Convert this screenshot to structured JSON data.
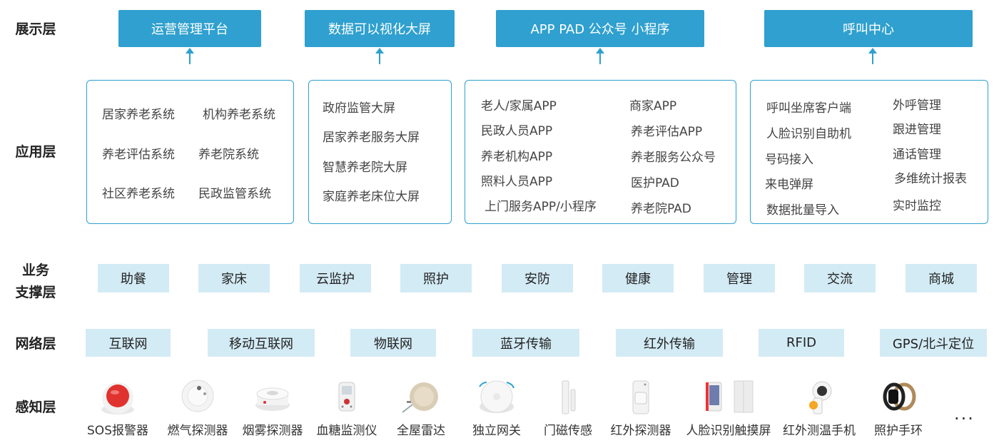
{
  "layers": {
    "display": "展示层",
    "application": "应用层",
    "support_line1": "业务",
    "support_line2": "支撑层",
    "network": "网络层",
    "perception": "感知层"
  },
  "display_items": [
    "运营管理平台",
    "数据可以视化大屏",
    "APP PAD 公众号 小程序",
    "呼叫中心"
  ],
  "app_groups": [
    {
      "items": [
        "居家养老系统",
        "机构养老系统",
        "养老评估系统",
        "养老院系统",
        "社区养老系统",
        "民政监管系统"
      ]
    },
    {
      "items": [
        "政府监管大屏",
        "居家养老服务大屏",
        "智慧养老院大屏",
        "家庭养老床位大屏"
      ]
    },
    {
      "items": [
        "老人/家属APP",
        "商家APP",
        "民政人员APP",
        "养老评估APP",
        "养老机构APP",
        "养老服务公众号",
        "照料人员APP",
        "医护PAD",
        "上门服务APP/小程序",
        "养老院PAD"
      ]
    },
    {
      "items": [
        "呼叫坐席客户端",
        "外呼管理",
        "人脸识别自助机",
        "跟进管理",
        "号码接入",
        "通话管理",
        "来电弹屏",
        "多维统计报表",
        "数据批量导入",
        "实时监控"
      ]
    }
  ],
  "support_items": [
    "助餐",
    "家床",
    "云监护",
    "照护",
    "安防",
    "健康",
    "管理",
    "交流",
    "商城"
  ],
  "network_items": [
    "互联网",
    "移动互联网",
    "物联网",
    "蓝牙传输",
    "红外传输",
    "RFID",
    "GPS/北斗定位"
  ],
  "devices": [
    "SOS报警器",
    "燃气探测器",
    "烟雾探测器",
    "血糖监测仪",
    "全屋雷达",
    "独立网关",
    "门磁传感",
    "红外探测器",
    "人脸识别触摸屏",
    "红外测温手机",
    "照护手环"
  ],
  "more": "...",
  "colors": {
    "accent": "#2fa0cf",
    "pill": "#d3ebf5"
  }
}
